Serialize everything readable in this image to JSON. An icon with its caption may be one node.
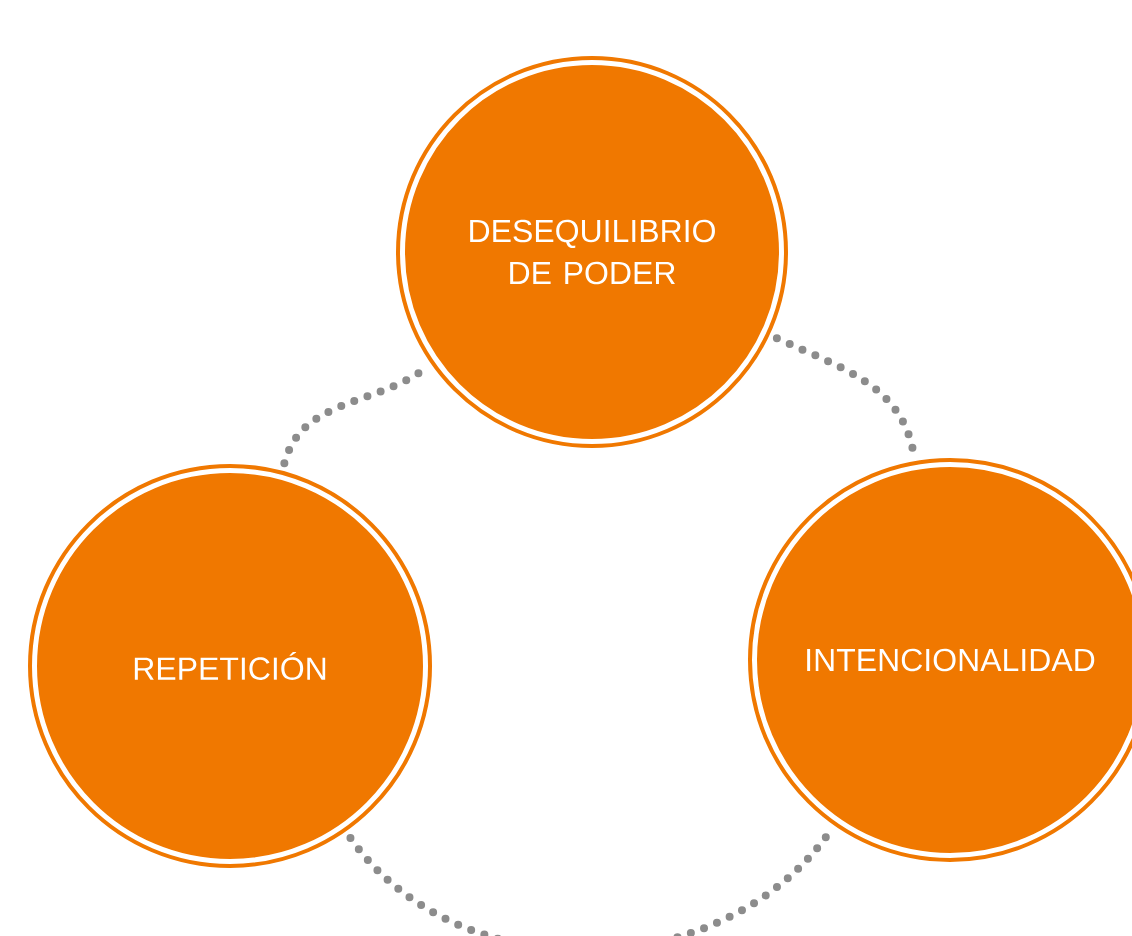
{
  "diagram": {
    "nodes": [
      {
        "text": [
          "DESEQUILIBRIO DE PODER"
        ]
      },
      {
        "text": [
          "REPETICIÓN"
        ]
      },
      {
        "text": [
          "INTENCIONALIDAD"
        ]
      }
    ],
    "edges": [
      {
        "from": 1,
        "to": 0,
        "arrow": "none",
        "style": "dashed"
      },
      {
        "from": 0,
        "to": 2,
        "arrow": "none",
        "style": "dashed"
      },
      {
        "from": 1,
        "to": 2,
        "arrow": "none",
        "style": "dashed"
      }
    ]
  }
}
